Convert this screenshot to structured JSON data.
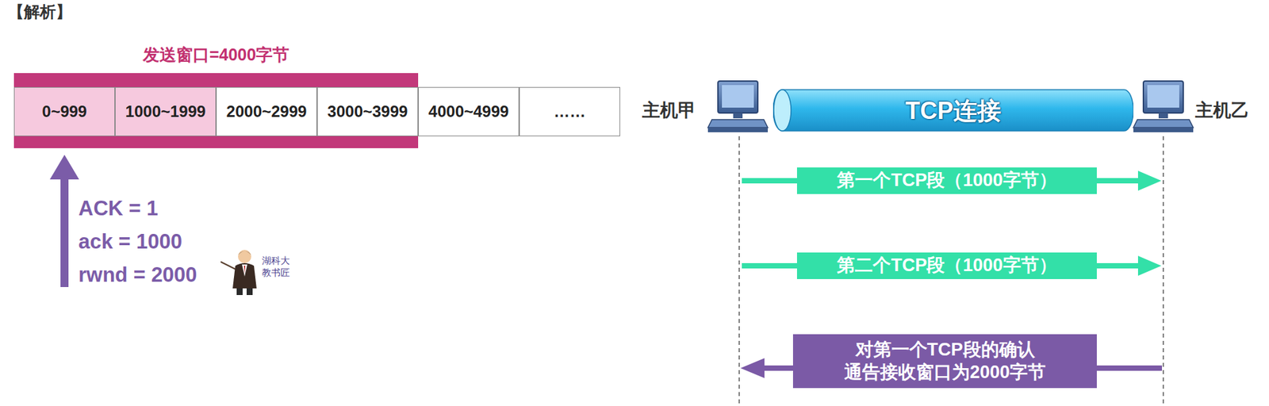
{
  "diagram": {
    "nodes": [
      {
        "text": [
          "发送窗口=4000字节"
        ]
      },
      {
        "text": [
          "0~999"
        ],
        "in": 0
      },
      {
        "text": [
          "1000~1999"
        ],
        "in": 0
      },
      {
        "text": [
          "2000~2999"
        ],
        "in": 0
      },
      {
        "text": [
          "3000~3999"
        ],
        "in": 0
      },
      {
        "text": [
          "4000~4999"
        ]
      },
      {
        "text": [
          "……"
        ]
      },
      {
        "text": [
          "TCP连接"
        ]
      },
      {
        "text": [
          "第一个TCP段（1000字节）"
        ]
      },
      {
        "text": [
          "第二个TCP段（1000字节）"
        ]
      },
      {
        "text": [
          "对第一个TCP段的确认 通告接收窗口为2000字节"
        ]
      }
    ],
    "labels": [
      "【解析】",
      "主机甲",
      "主机乙",
      "ACK = 1",
      "ack = 1000",
      "rwnd = 2000",
      "湖科大",
      "教书匠"
    ]
  }
}
